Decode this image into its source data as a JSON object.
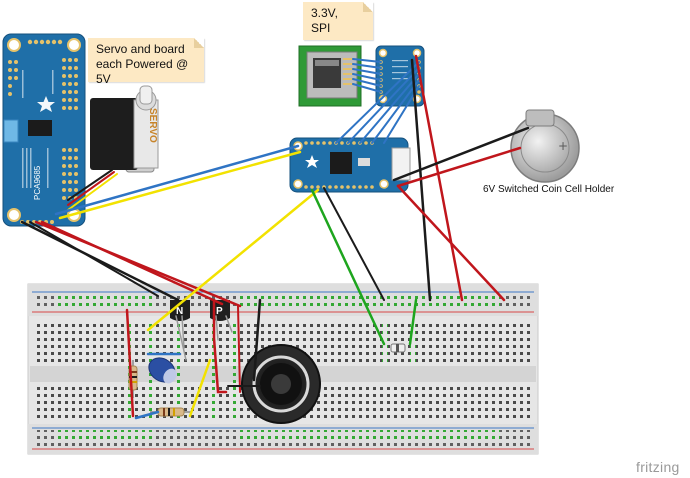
{
  "notes": {
    "servo_power": "Servo and board\neach Powered @ 5V",
    "sd_power": "3.3V,\nSPI"
  },
  "labels": {
    "coin_cell": "6V Switched Coin Cell Holder",
    "brand": "fritzing"
  },
  "components": {
    "pwm_board_name": "PCA9685",
    "servo_marking": "SERVO",
    "transistor_n": "N",
    "transistor_p": "P"
  },
  "colors": {
    "board_blue": "#1f6fa8",
    "wire_red": "#c0161c",
    "wire_black": "#1b1b1b",
    "wire_yellow": "#f2e200",
    "wire_blue": "#2f74c4",
    "wire_green": "#1ea51e",
    "sd_green": "#2f9a37",
    "breadboard": "#e6e6e6"
  }
}
